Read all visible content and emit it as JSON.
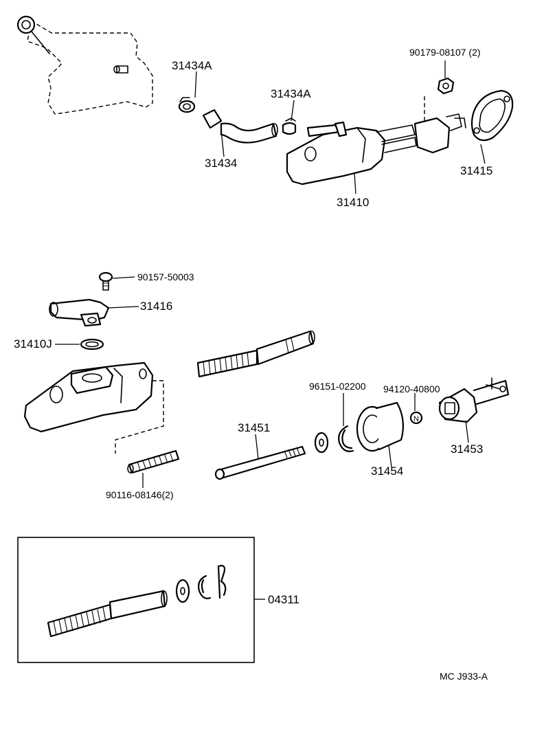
{
  "parts": {
    "hose_clip_upper": "31434A",
    "hose_clip_right": "31434A",
    "reservoir_hose": "31434",
    "master_cylinder_assy": "31410",
    "gasket": "31415",
    "nut": "90179-08107 (2)",
    "screw": "90157-50003",
    "union": "31416",
    "o_ring": "31410J",
    "stud_bolt": "90116-08146(2)",
    "push_rod": "31451",
    "snap_ring": "96151-02200",
    "boot": "31454",
    "nut_n": "94120-40800",
    "clevis": "31453",
    "repair_kit": "04311"
  },
  "symbols": {
    "n_marker": "N"
  },
  "illustration_code": "MC J933-A"
}
